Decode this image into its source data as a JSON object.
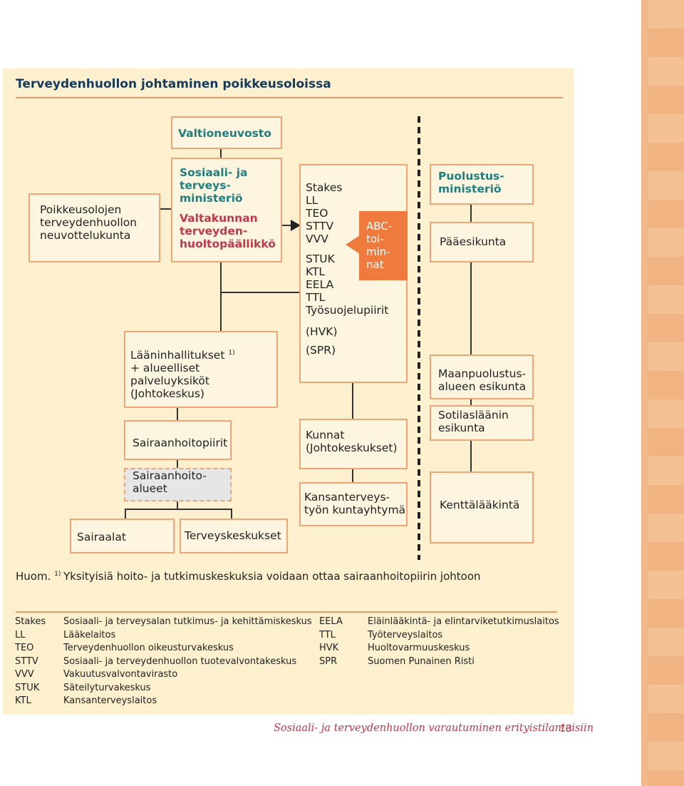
{
  "title": "Terveydenhuollon johtaminen poikkeusoloissa",
  "boxes": {
    "valtioneuvosto": "Valtioneuvosto",
    "poikkeus": [
      "Poikkeusolojen",
      "terveydenhuollon",
      "neuvottelukunta"
    ],
    "stm": [
      "Sosiaali- ja",
      "terveys-",
      "ministeriö"
    ],
    "valtakunnan": [
      "Valtakunnan",
      "terveyden-",
      "huoltopäällikkö"
    ],
    "agencies": [
      "Stakes",
      "LL",
      "TEO",
      "STTV",
      "VVV",
      "STUK",
      "KTL",
      "EELA",
      "TTL",
      "Työsuojelupiirit",
      "(HVK)",
      "(SPR)"
    ],
    "abc": [
      "ABC-",
      "toi-",
      "min-",
      "nat"
    ],
    "puolustus": [
      "Puolustus-",
      "ministeriö"
    ],
    "paaesikunta": "Pääesikunta",
    "laanin": [
      "Lääninhallitukset",
      "+ alueelliset palveluyksiköt",
      "(Johtokeskus)"
    ],
    "laanin_sup": "1)",
    "maanpuolustus": [
      "Maanpuolustus-",
      "alueen esikunta"
    ],
    "sotilaslaanin": [
      "Sotilasläänin",
      "esikunta"
    ],
    "sairaanhoitopiirit": "Sairaanhoitopiirit",
    "kunnat": [
      "Kunnat",
      "(Johtokeskukset)"
    ],
    "sairaanhoitoalueet": [
      "Sairaanhoito-",
      "alueet"
    ],
    "kansanterveys": [
      "Kansanterveys-",
      "työn kuntayhtymä"
    ],
    "kenttalaakinta": "Kenttälääkintä",
    "sairaalat": "Sairaalat",
    "terveyskeskukset": "Terveyskeskukset"
  },
  "note": {
    "label": "Huom.",
    "sup": "1)",
    "text": "Yksityisiä hoito- ja tutkimuskeskuksia voidaan ottaa sairaanhoitopiirin johtoon"
  },
  "abbreviations_left": [
    {
      "abbr": "Stakes",
      "full": "Sosiaali- ja terveysalan tutkimus- ja kehittämiskeskus"
    },
    {
      "abbr": "LL",
      "full": "Lääkelaitos"
    },
    {
      "abbr": "TEO",
      "full": "Terveydenhuollon oikeusturvakeskus"
    },
    {
      "abbr": "STTV",
      "full": "Sosiaali- ja terveydenhuollon tuotevalvontakeskus"
    },
    {
      "abbr": "VVV",
      "full": "Vakuutusvalvontavirasto"
    },
    {
      "abbr": "STUK",
      "full": "Säteilyturvakeskus"
    },
    {
      "abbr": "KTL",
      "full": "Kansanterveyslaitos"
    }
  ],
  "abbreviations_right": [
    {
      "abbr": "EELA",
      "full": "Eläinlääkintä- ja elintarviketutkimuslaitos"
    },
    {
      "abbr": "TTL",
      "full": "Työterveyslaitos"
    },
    {
      "abbr": "HVK",
      "full": "Huoltovarmuuskeskus"
    },
    {
      "abbr": "SPR",
      "full": "Suomen Punainen Risti"
    }
  ],
  "footer": {
    "text": "Sosiaali- ja terveydenhuollon varautuminen erityistilanteisiin",
    "page": "13"
  },
  "colors": {
    "panel": "#fdf0cf",
    "box_border": "#eea677",
    "teal": "#1f7f7e",
    "red": "#c0384a",
    "orange": "#ef7a3e"
  }
}
